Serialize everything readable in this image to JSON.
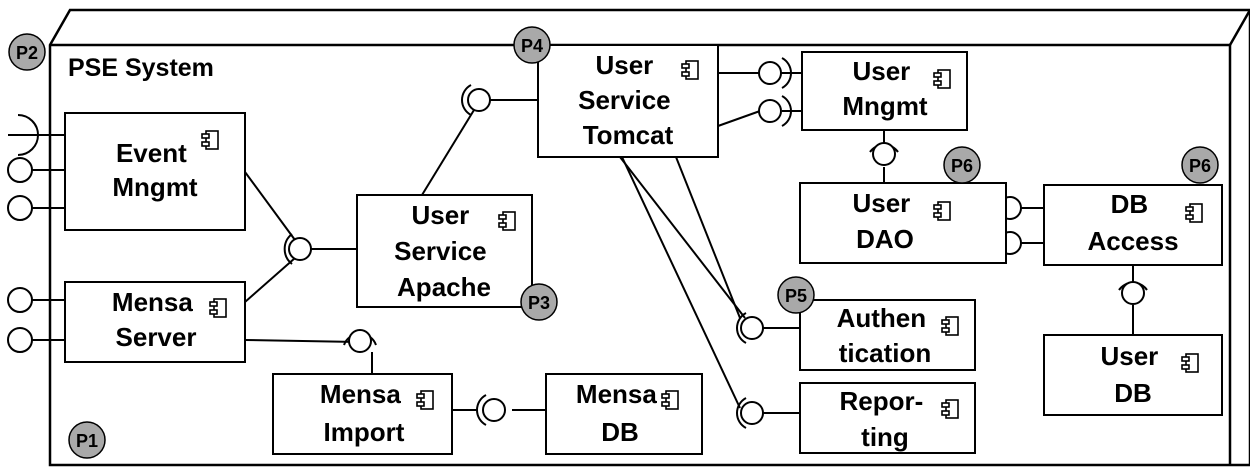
{
  "system": {
    "title": "PSE System"
  },
  "components": {
    "event_mngmt": [
      "Event",
      "Mngmt"
    ],
    "mensa_server": [
      "Mensa",
      "Server"
    ],
    "user_service_apache": [
      "User",
      "Service",
      "Apache"
    ],
    "user_service_tomcat": [
      "User",
      "Service",
      "Tomcat"
    ],
    "user_mngmt": [
      "User",
      "Mngmt"
    ],
    "user_dao": [
      "User",
      "DAO"
    ],
    "db_access": [
      "DB",
      "Access"
    ],
    "authentication": [
      "Authen",
      "tication"
    ],
    "reporting": [
      "Repor-",
      "ting"
    ],
    "user_db": [
      "User",
      "DB"
    ],
    "mensa_import": [
      "Mensa",
      "Import"
    ],
    "mensa_db": [
      "Mensa",
      "DB"
    ]
  },
  "badges": {
    "p1": "P1",
    "p2": "P2",
    "p3": "P3",
    "p4": "P4",
    "p5": "P5",
    "p6_dao": "P6",
    "p6_db": "P6"
  },
  "icons": {
    "component": "component-icon",
    "provided": "ball-icon",
    "required": "socket-icon"
  }
}
